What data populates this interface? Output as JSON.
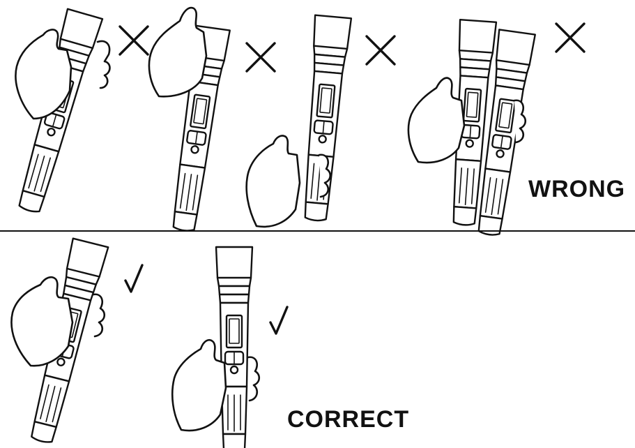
{
  "labels": {
    "wrong": "WRONG",
    "correct": "CORRECT"
  },
  "examples": [
    {
      "group": "wrong",
      "description_icon": "cross-mark-icon",
      "grip": "hand-covers-head"
    },
    {
      "group": "wrong",
      "description_icon": "cross-mark-icon",
      "grip": "hand-covers-head"
    },
    {
      "group": "wrong",
      "description_icon": "cross-mark-icon",
      "grip": "hand-covers-bottom"
    },
    {
      "group": "wrong",
      "description_icon": "cross-mark-icon",
      "grip": "two-mics-together"
    },
    {
      "group": "correct",
      "description_icon": "check-mark-icon",
      "grip": "hand-on-middle"
    },
    {
      "group": "correct",
      "description_icon": "check-mark-icon",
      "grip": "hand-on-middle"
    }
  ],
  "colors": {
    "ink": "#111111",
    "background": "#ffffff"
  }
}
